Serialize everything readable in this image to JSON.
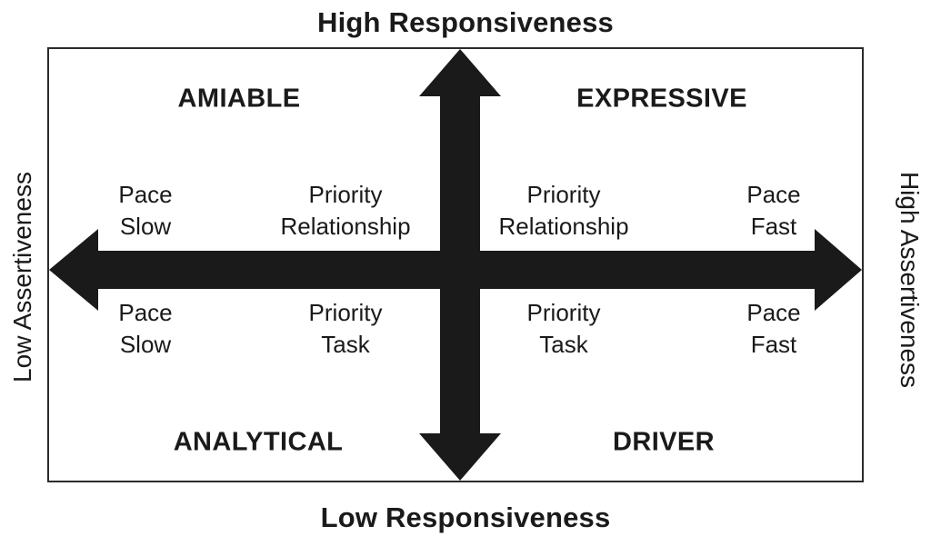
{
  "diagram": {
    "axis_labels": {
      "top": "High Responsiveness",
      "bottom": "Low Responsiveness",
      "left": "Low Assertiveness",
      "right": "High Assertiveness"
    },
    "quadrants": {
      "top_left": {
        "name": "AMIABLE",
        "pace_label": "Pace",
        "pace_value": "Slow",
        "priority_label": "Priority",
        "priority_value": "Relationship"
      },
      "top_right": {
        "name": "EXPRESSIVE",
        "priority_label": "Priority",
        "priority_value": "Relationship",
        "pace_label": "Pace",
        "pace_value": "Fast"
      },
      "bottom_left": {
        "name": "ANALYTICAL",
        "pace_label": "Pace",
        "pace_value": "Slow",
        "priority_label": "Priority",
        "priority_value": "Task"
      },
      "bottom_right": {
        "name": "DRIVER",
        "priority_label": "Priority",
        "priority_value": "Task",
        "pace_label": "Pace",
        "pace_value": "Fast"
      }
    },
    "colors": {
      "arrow": "#1a1a1a",
      "text": "#1a1a1a",
      "border": "#2b2b2b",
      "background": "#ffffff"
    }
  }
}
